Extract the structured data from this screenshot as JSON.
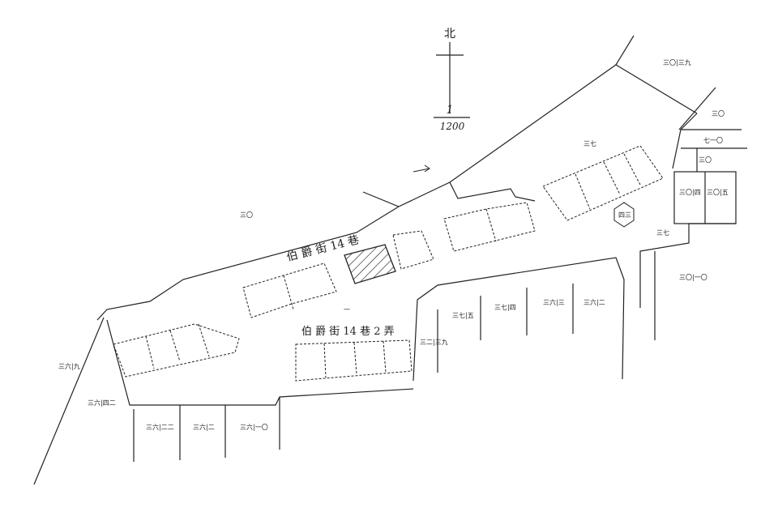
{
  "north_label": "北",
  "scale": {
    "numerator": "1",
    "denominator": "1200"
  },
  "streets": {
    "lane_14": "伯 爵 街 14 巷",
    "lane_14_alley_2": "伯 爵 街 14 巷 2 弄"
  },
  "lot_numbers": {
    "lot_0": "三〇",
    "lot_top_right_1": "三〇|三九",
    "lot_top_right_2": "三〇",
    "lot_right_strip": "七一〇",
    "lot_right_3": "三〇",
    "lot_right_4": "三〇|四",
    "lot_right_5": "三〇|五",
    "lot_right_6": "三〇|一〇",
    "lot_mid_1": "三七",
    "lot_mid_2": "三二|三九",
    "lot_mid_3": "一",
    "lot_south_1": "三七|五",
    "lot_south_2": "三七|四",
    "lot_south_3": "三六|三",
    "lot_south_4": "三六|二",
    "lot_west_1": "三六|九",
    "lot_west_2": "三六|四二",
    "lot_bottom_1": "三六|二二",
    "lot_bottom_2": "三六|二",
    "lot_bottom_3": "三六|一〇",
    "lot_hex": "四三",
    "lot_center": "三七"
  },
  "colors": {
    "ink": "#222222",
    "paper": "#ffffff"
  }
}
